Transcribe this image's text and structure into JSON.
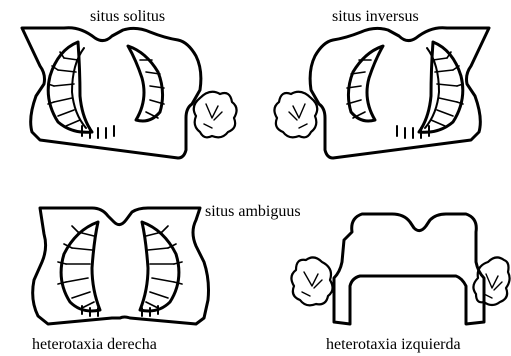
{
  "labels": {
    "situs_solitus": "situs solitus",
    "situs_inversus": "situs inversus",
    "situs_ambiguus": "situs ambiguus",
    "heterotaxia_derecha": "heterotaxia derecha",
    "heterotaxia_izquierda": "heterotaxia izquierda"
  },
  "colors": {
    "ink": "#000000",
    "background": "#ffffff"
  }
}
